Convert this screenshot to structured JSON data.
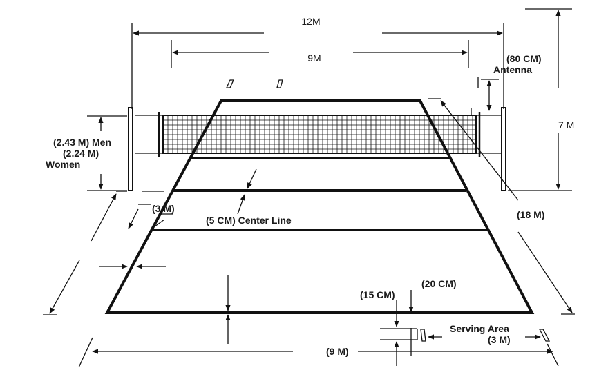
{
  "labels": {
    "court_width_total": "12M",
    "court_width": "9M",
    "antenna_height": "(80 CM)",
    "antenna": "Antenna",
    "post_height": "7 M",
    "net_height_men": "(2.43 M) Men",
    "net_height_women_value": "(2.24 M)",
    "net_height_women": "Women",
    "attack_zone": "(3 M)",
    "center_line": "(5 CM) Center Line",
    "court_length": "(18 M)",
    "end_line_gap": "(20 CM)",
    "service_mark": "(15 CM)",
    "serving_area": "Serving Area",
    "serving_area_width": "(3 M)",
    "baseline_width": "(9 M)"
  },
  "colors": {
    "ink": "#111111",
    "background": "#ffffff"
  }
}
